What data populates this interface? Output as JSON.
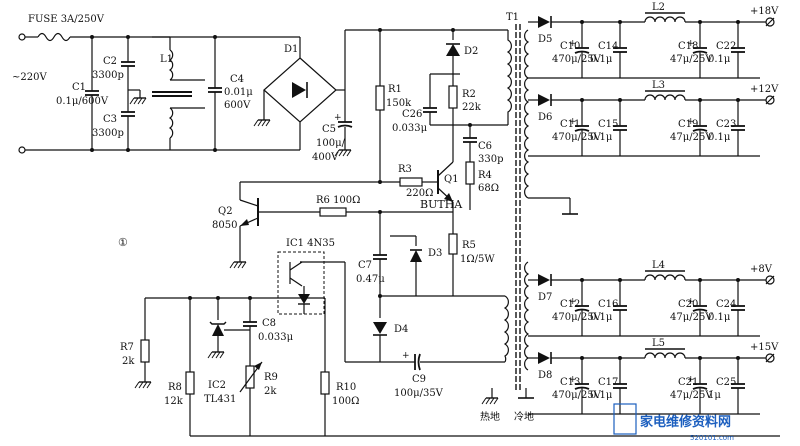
{
  "labels": {
    "fuse": "FUSE 3A/250V",
    "input_voltage": "~220V",
    "c1_name": "C1",
    "c1_val": "0.1μ/600V",
    "c2_name": "C2",
    "c2_val": "3300p",
    "c3_name": "C3",
    "c3_val": "3300p",
    "l1": "L1",
    "c4_name": "C4",
    "c4_val1": "0.01μ",
    "c4_val2": "600V",
    "d1": "D1",
    "c5_name": "C5",
    "c5_val1": "100μ/",
    "c5_val2": "400V",
    "r1_name": "R1",
    "r1_val": "150k",
    "d2": "D2",
    "r2_name": "R2",
    "r2_val": "22k",
    "c26_name": "C26",
    "c26_val": "0.033μ",
    "c6_name": "C6",
    "c6_val": "330p",
    "r3_name": "R3",
    "r3_val": "220Ω",
    "q1": "Q1",
    "r4_name": "R4",
    "r4_val": "68Ω",
    "q2_name": "Q2",
    "q2_val": "8050",
    "r6": "R6 100Ω",
    "buth": "BUTHA",
    "circle_num": "①",
    "ic1": "IC1 4N35",
    "c7_name": "C7",
    "c7_val": "0.47μ",
    "d3": "D3",
    "r5_name": "R5",
    "r5_val": "1Ω/5W",
    "d4": "D4",
    "c8_name": "C8",
    "c8_val": "0.033μ",
    "r7_name": "R7",
    "r7_val": "2k",
    "r8_name": "R8",
    "r8_val": "12k",
    "ic2_name": "IC2",
    "ic2_val": "TL431",
    "r9_name": "R9",
    "r9_val": "2k",
    "r10_name": "R10",
    "r10_val": "100Ω",
    "c9_name": "C9",
    "c9_val": "100μ/35V",
    "hot_ground": "热地",
    "cold_ground": "冷地",
    "t1": "T1",
    "d5": "D5",
    "c10_name": "C10",
    "c10_val": "470μ/25V",
    "c14_name": "C14",
    "c14_val": "0.1μ",
    "l2": "L2",
    "c18_name": "C18",
    "c18_val": "47μ/25V",
    "c22_name": "C22",
    "c22_val": "0.1μ",
    "out18": "+18V",
    "d6": "D6",
    "c11_name": "C11",
    "c11_val": "470μ/25V",
    "c15_name": "C15",
    "c15_val": "0.1μ",
    "l3": "L3",
    "c19_name": "C19",
    "c19_val": "47μ/25V",
    "c23_name": "C23",
    "c23_val": "0.1μ",
    "out12": "+12V",
    "d7": "D7",
    "c12_name": "C12",
    "c12_val": "470μ/25V",
    "c16_name": "C16",
    "c16_val": "0.1μ",
    "l4": "L4",
    "c20_name": "C20",
    "c20_val": "47μ/25V",
    "c24_name": "C24",
    "c24_val": "0.1μ",
    "out8": "+8V",
    "d8": "D8",
    "c13_name": "C13",
    "c13_val": "470μ/25V",
    "c17_name": "C17",
    "c17_val": "0.1μ",
    "l5": "L5",
    "c21_name": "C21",
    "c21_val": "47μ/25V",
    "c25_name": "C25",
    "c25_val": "1μ",
    "out15": "+15V"
  },
  "watermark": {
    "text": "家电维修资料网",
    "url": "520101.com",
    "color": "#1c5fbf"
  }
}
